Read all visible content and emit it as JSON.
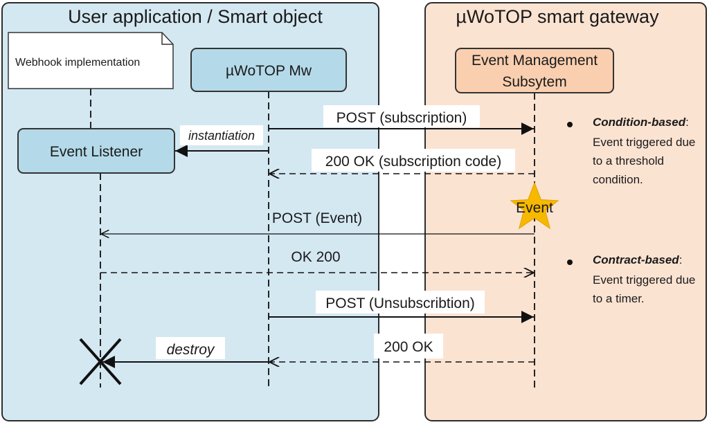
{
  "panels": {
    "left_title": "User application / Smart object",
    "right_title": "µWoTOP smart gateway"
  },
  "lifelines": {
    "webhook": "Webhook implementation",
    "event_listener": "Event Listener",
    "mw": "µWoTOP Mw",
    "ems_line1": "Event Management",
    "ems_line2": "Subsytem"
  },
  "messages": {
    "post_subscription": "POST (subscription)",
    "instantiation": "instantiation",
    "ok_subscription_code": "200 OK (subscription code)",
    "event": "Event",
    "post_event": "POST (Event)",
    "ok_200": "OK 200",
    "post_unsubscription": "POST (Unsubscribtion)",
    "destroy": "destroy",
    "ok_200_final": "200 OK"
  },
  "notes": {
    "condition_title": "Condition-based",
    "condition_line1": "Event triggered due",
    "condition_line2": "to a threshold",
    "condition_line3": "condition.",
    "contract_title": "Contract-based",
    "contract_line1": "Event triggered due",
    "contract_line2": "to a timer."
  },
  "colors": {
    "left_panel": "#d4e8f2",
    "right_panel": "#fbe3d2",
    "lifeline_box_blue": "#b4dae9",
    "lifeline_box_orange": "#f9cfb0",
    "star": "#f7b800"
  }
}
